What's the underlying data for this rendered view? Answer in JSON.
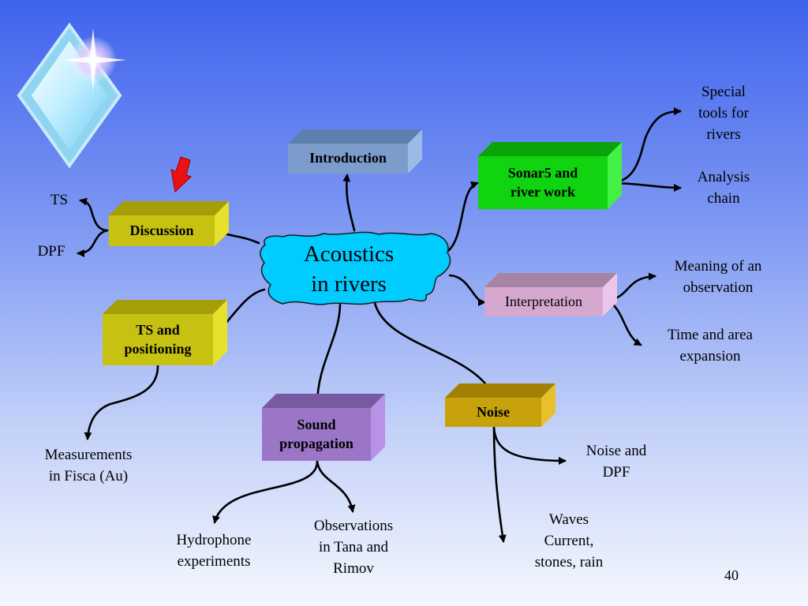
{
  "center": {
    "label": "Acoustics\nin rivers"
  },
  "nodes": [
    {
      "id": "introduction",
      "label": "Introduction",
      "bold": true,
      "front": "#7c9ccc",
      "top": "#5c7fae",
      "side": "#9bbbe6"
    },
    {
      "id": "sonar5",
      "label": "Sonar5 and\nriver work",
      "bold": true,
      "front": "#11d411",
      "top": "#0aa30a",
      "side": "#43f043"
    },
    {
      "id": "discussion",
      "label": "Discussion",
      "bold": true,
      "front": "#c7c212",
      "top": "#a49e08",
      "side": "#e6e12a"
    },
    {
      "id": "interpretation",
      "label": "Interpretation",
      "bold": false,
      "front": "#d6a8d0",
      "top": "#a585a3",
      "side": "#ecc6e8"
    },
    {
      "id": "ts_positioning",
      "label": "TS and\npositioning",
      "bold": true,
      "front": "#c7c212",
      "top": "#a49e08",
      "side": "#e6e12a"
    },
    {
      "id": "sound_propagation",
      "label": "Sound\npropagation",
      "bold": true,
      "front": "#9b76c7",
      "top": "#775aa2",
      "side": "#b792e6"
    },
    {
      "id": "noise",
      "label": "Noise",
      "bold": true,
      "front": "#c7a20c",
      "top": "#a18104",
      "side": "#e6c12a"
    }
  ],
  "leaves": [
    {
      "id": "special_tools",
      "label": "Special\ntools for\nrivers"
    },
    {
      "id": "analysis_chain",
      "label": "Analysis\nchain"
    },
    {
      "id": "ts",
      "label": "TS"
    },
    {
      "id": "dpf",
      "label": "DPF"
    },
    {
      "id": "meaning_observation",
      "label": "Meaning of an\nobservation"
    },
    {
      "id": "time_area",
      "label": "Time and area\nexpansion"
    },
    {
      "id": "measurements_fisca",
      "label": "Measurements\nin Fisca (Au)"
    },
    {
      "id": "noise_dpf",
      "label": "Noise and\nDPF"
    },
    {
      "id": "waves_current",
      "label": "Waves\nCurrent,\nstones, rain"
    },
    {
      "id": "hydrophone",
      "label": "Hydrophone\nexperiments"
    },
    {
      "id": "observations_tana",
      "label": "Observations\nin Tana and\nRimov"
    }
  ],
  "page_number": "40",
  "colors": {
    "center_fill": "#00ccff",
    "indicator_arrow": "#ee1111",
    "connector": "#000000"
  }
}
